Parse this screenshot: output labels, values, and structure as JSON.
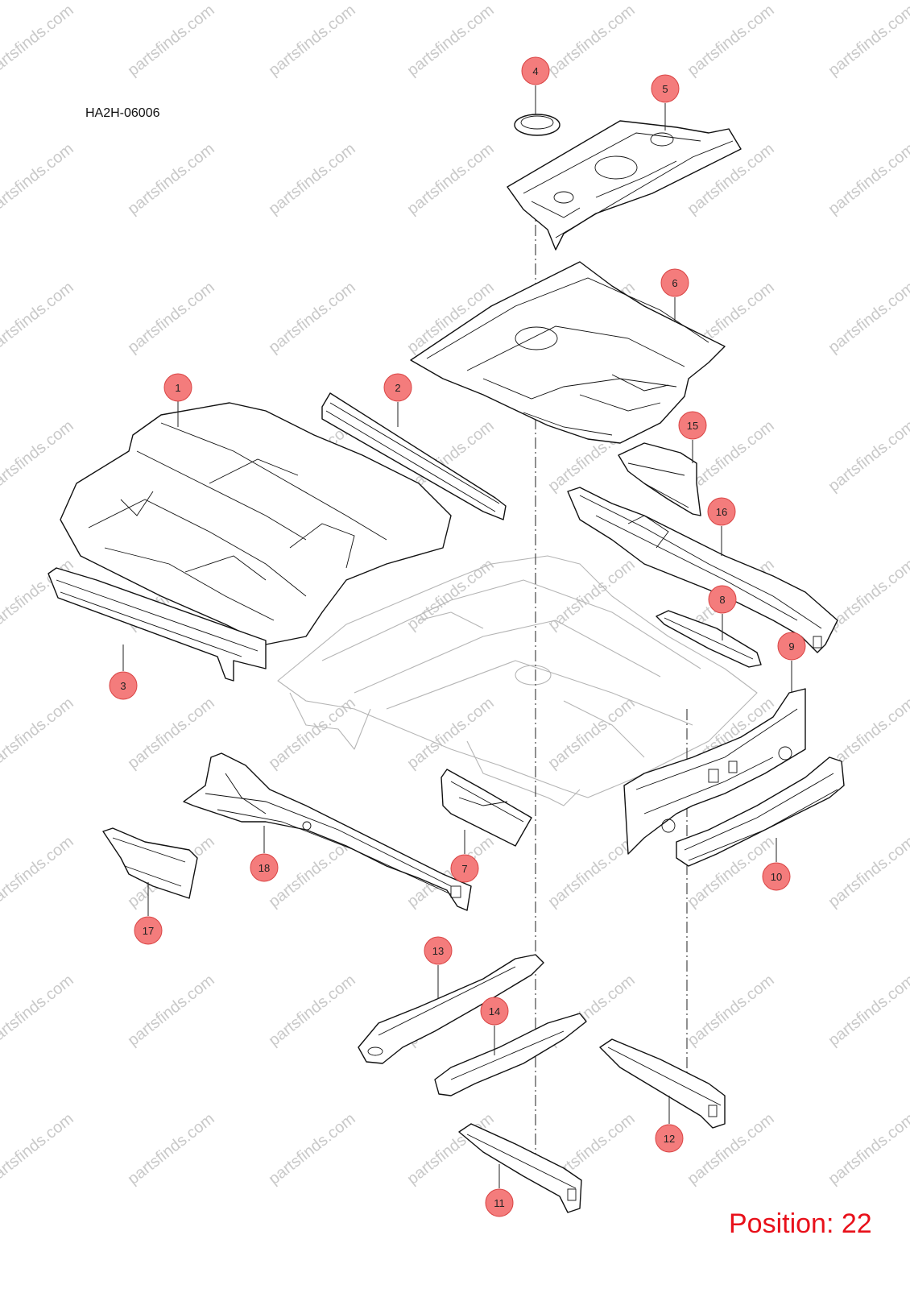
{
  "diagram_code": "HA2H-06006",
  "position_label": "Position: 22",
  "watermark": "partsfinds.com",
  "colors": {
    "callout_fill": "#f47c7c",
    "callout_stroke": "#d94444",
    "position_text": "#e8101a",
    "ghost_outline": "#b5b5b5",
    "line_art": "#111111"
  },
  "callouts": [
    "1",
    "2",
    "3",
    "4",
    "5",
    "6",
    "7",
    "8",
    "9",
    "10",
    "11",
    "12",
    "13",
    "14",
    "15",
    "16",
    "17",
    "18"
  ]
}
